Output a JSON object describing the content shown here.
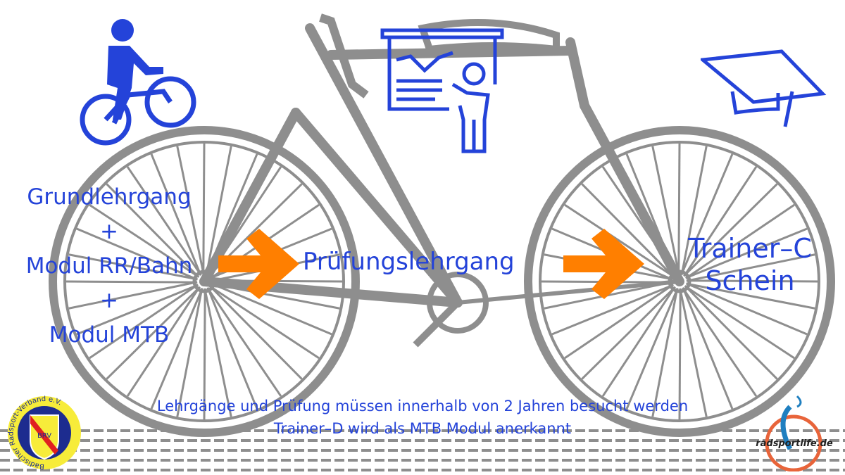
{
  "colors": {
    "text": "#2443d9",
    "arrow": "#ff7f00",
    "sketch": "#8e8e8e"
  },
  "steps": {
    "start": {
      "line1": "Grundlehrgang",
      "plus1": "+",
      "line2": "Modul RR/Bahn",
      "plus2": "+",
      "line3": "Modul MTB"
    },
    "middle": "Prüfungslehrgang",
    "end": {
      "line1": "Trainer–C",
      "line2": "Schein"
    }
  },
  "notes": [
    "Lehrgänge und Prüfung müssen innerhalb von 2 Jahren besucht werden",
    "Trainer–D wird als MTB Modul anerkannt"
  ],
  "icons": [
    "cyclist-icon",
    "presentation-teacher-icon",
    "graduation-cap-icon",
    "arrow-right-icon"
  ],
  "logos": {
    "left": {
      "text": "Badischer Radsport-Verband e.V.",
      "initials": "BRV"
    },
    "right": {
      "text": "radsportlife.de"
    }
  }
}
